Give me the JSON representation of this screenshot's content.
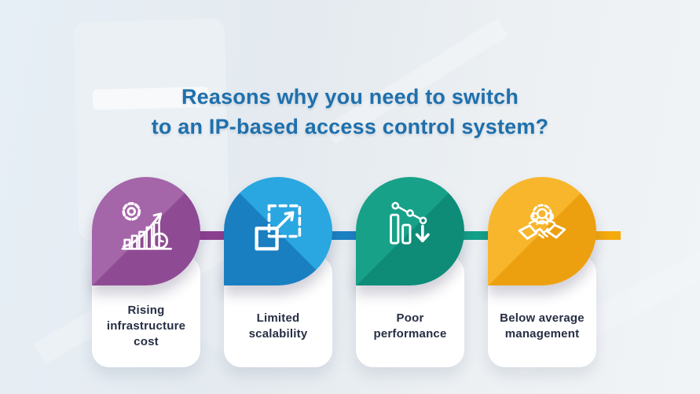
{
  "title": {
    "line1": "Reasons why you need to switch",
    "line2": "to an IP-based access control system?"
  },
  "colors": {
    "title": "#1f70ac",
    "label": "#272e44",
    "background": "#e7edf2",
    "card": "#ffffff"
  },
  "items": [
    {
      "label": "Rising infrastructure cost",
      "icon": "growth-chart-gear-icon",
      "color_light": "#a565a9",
      "color_dark": "#8f4a94",
      "connector_color": "#8d3f90",
      "gradient_direction": "135deg"
    },
    {
      "label": "Limited scalability",
      "icon": "scale-up-icon",
      "color_light": "#2aa7e1",
      "color_dark": "#1a7fc1",
      "connector_color": "#1b82c4",
      "gradient_direction": "225deg"
    },
    {
      "label": "Poor performance",
      "icon": "declining-chart-icon",
      "color_light": "#18a189",
      "color_dark": "#0e8c77",
      "connector_color": "#13a189",
      "gradient_direction": "135deg"
    },
    {
      "label": "Below average management",
      "icon": "team-handshake-icon",
      "color_light": "#f8b62d",
      "color_dark": "#eda00f",
      "connector_color": "#f4a90c",
      "gradient_direction": "135deg"
    }
  ]
}
